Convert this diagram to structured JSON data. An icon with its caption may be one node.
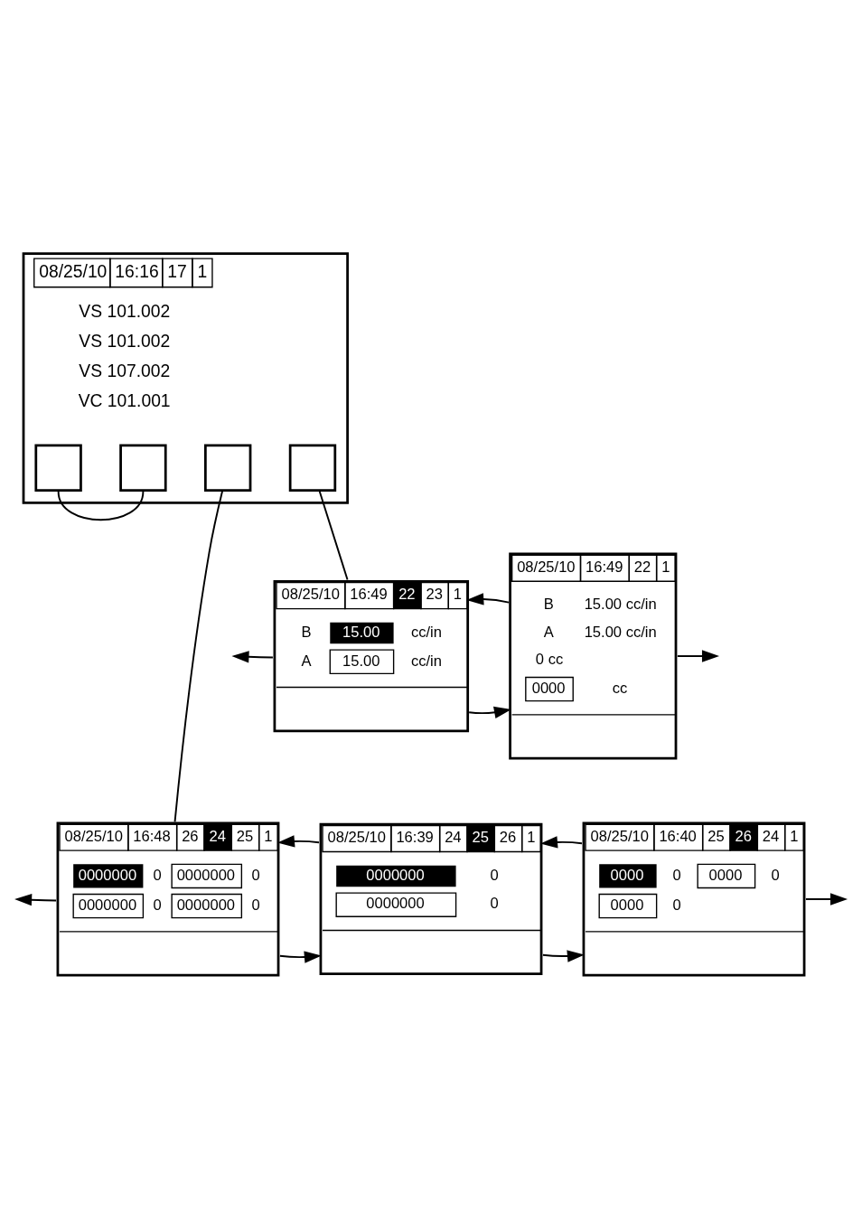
{
  "diagram": {
    "nodes": [
      {
        "text": [
          "08/25/10",
          "16:16",
          "17",
          "1",
          "VS 101.002",
          "VS 101.002",
          "VS 107.002",
          "VC 101.001"
        ]
      },
      {
        "text": [],
        "shape": "box",
        "in": 0
      },
      {
        "text": [],
        "shape": "box",
        "in": 0
      },
      {
        "text": [],
        "shape": "box",
        "in": 0
      },
      {
        "text": [],
        "shape": "box",
        "in": 0
      },
      {
        "text": [
          "08/25/10",
          "16:49",
          "22",
          "23",
          "1",
          "B",
          "15.00",
          "cc/in",
          "A",
          "15.00",
          "cc/in"
        ]
      },
      {
        "text": [
          "08/25/10",
          "16:49",
          "22",
          "1",
          "B",
          "15.00 cc/in",
          "A",
          "15.00 cc/in",
          "0 cc",
          "0000",
          "cc"
        ]
      },
      {
        "text": [
          "08/25/10",
          "16:48",
          "26",
          "24",
          "25",
          "1",
          "0000000",
          "0",
          "0000000",
          "0",
          "0000000",
          "0",
          "0000000",
          "0"
        ]
      },
      {
        "text": [
          "08/25/10",
          "16:39",
          "24",
          "25",
          "26",
          "1",
          "0000000",
          "0",
          "0000000",
          "0"
        ]
      },
      {
        "text": [
          "08/25/10",
          "16:40",
          "25",
          "26",
          "24",
          "1",
          "0000",
          "0",
          "0000",
          "0",
          "0000",
          "0"
        ]
      }
    ],
    "edges": [
      {
        "from": 4,
        "to": 5,
        "arrow": "none"
      },
      {
        "from": 3,
        "to": 7,
        "arrow": "none"
      },
      {
        "from": 1,
        "to": 2,
        "arrow": "none"
      },
      {
        "from": 5,
        "to": null,
        "arrow": "to"
      },
      {
        "from": 5,
        "to": 6,
        "arrow": "to"
      },
      {
        "from": 6,
        "to": 5,
        "arrow": "to"
      },
      {
        "from": 6,
        "to": null,
        "arrow": "to"
      },
      {
        "from": 7,
        "to": null,
        "arrow": "to"
      },
      {
        "from": 7,
        "to": 8,
        "arrow": "to"
      },
      {
        "from": 8,
        "to": 7,
        "arrow": "to"
      },
      {
        "from": 8,
        "to": 9,
        "arrow": "to"
      },
      {
        "from": 9,
        "to": 8,
        "arrow": "to"
      },
      {
        "from": 9,
        "to": null,
        "arrow": "to"
      }
    ]
  }
}
